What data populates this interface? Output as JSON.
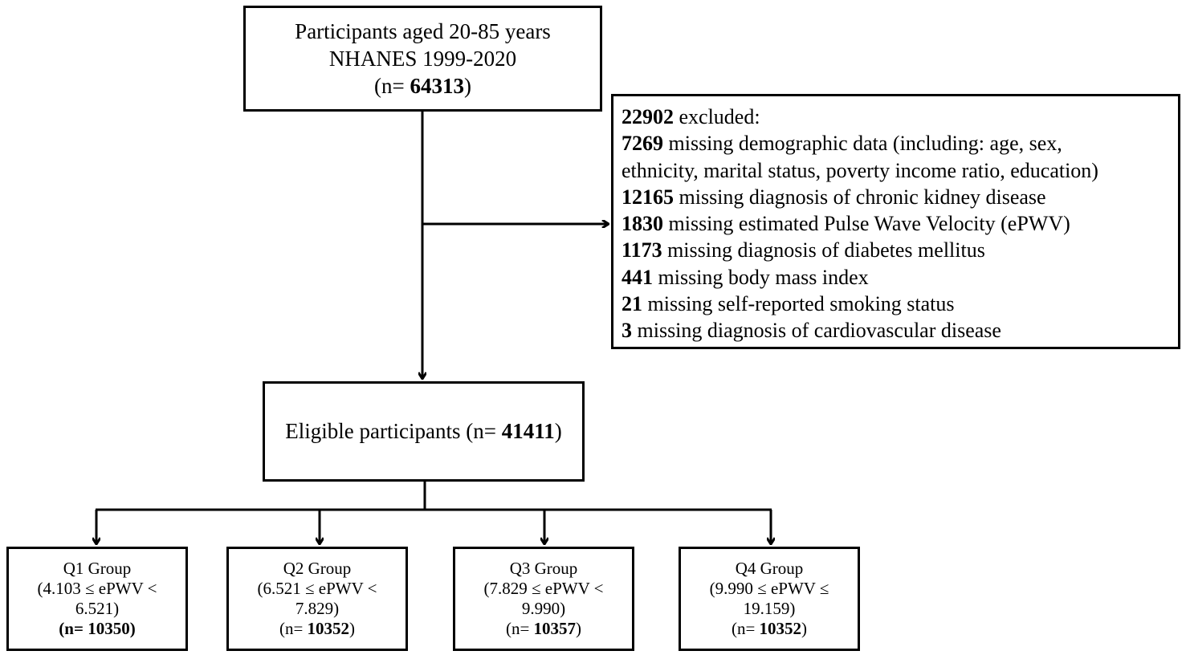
{
  "top": {
    "line1": "Participants aged  20-85 years",
    "line2": "NHANES 1999-2020",
    "n_prefix": "(n= ",
    "n_value": "64313",
    "n_suffix": ")"
  },
  "excluded": {
    "header_value": "22902",
    "header_text": " excluded:",
    "items": [
      {
        "value": "7269",
        "text": " missing demographic data (including: age, sex,"
      },
      {
        "value": "",
        "text": "ethnicity, marital status, poverty income ratio, education)"
      },
      {
        "value": "12165",
        "text": " missing diagnosis of chronic kidney disease"
      },
      {
        "value": "1830",
        "text": " missing estimated Pulse Wave Velocity (ePWV)"
      },
      {
        "value": "1173",
        "text": " missing diagnosis of diabetes mellitus"
      },
      {
        "value": "441",
        "text": " missing body mass index"
      },
      {
        "value": "21",
        "text": " missing self-reported smoking status"
      },
      {
        "value": "3",
        "text": " missing diagnosis of cardiovascular disease"
      }
    ]
  },
  "eligible": {
    "text": "Eligible participants (n= ",
    "n_value": "41411",
    "n_suffix": ")"
  },
  "groups": [
    {
      "title": "Q1 Group",
      "range1": "(4.103 ≤ ePWV <",
      "range2": "6.521)",
      "n_prefix": "(n= ",
      "n_value": "10350",
      "n_suffix": ")"
    },
    {
      "title": "Q2 Group",
      "range1": "(6.521 ≤ ePWV  <",
      "range2": "7.829)",
      "n_prefix": "(n= ",
      "n_value": "10352",
      "n_suffix": ")"
    },
    {
      "title": "Q3 Group",
      "range1": "(7.829 ≤ ePWV  <",
      "range2": "9.990)",
      "n_prefix": "(n= ",
      "n_value": "10357",
      "n_suffix": ")"
    },
    {
      "title": "Q4 Group",
      "range1": "(9.990 ≤ ePWV ≤",
      "range2": "19.159)",
      "n_prefix": "(n= ",
      "n_value": "10352",
      "n_suffix": ")"
    }
  ]
}
